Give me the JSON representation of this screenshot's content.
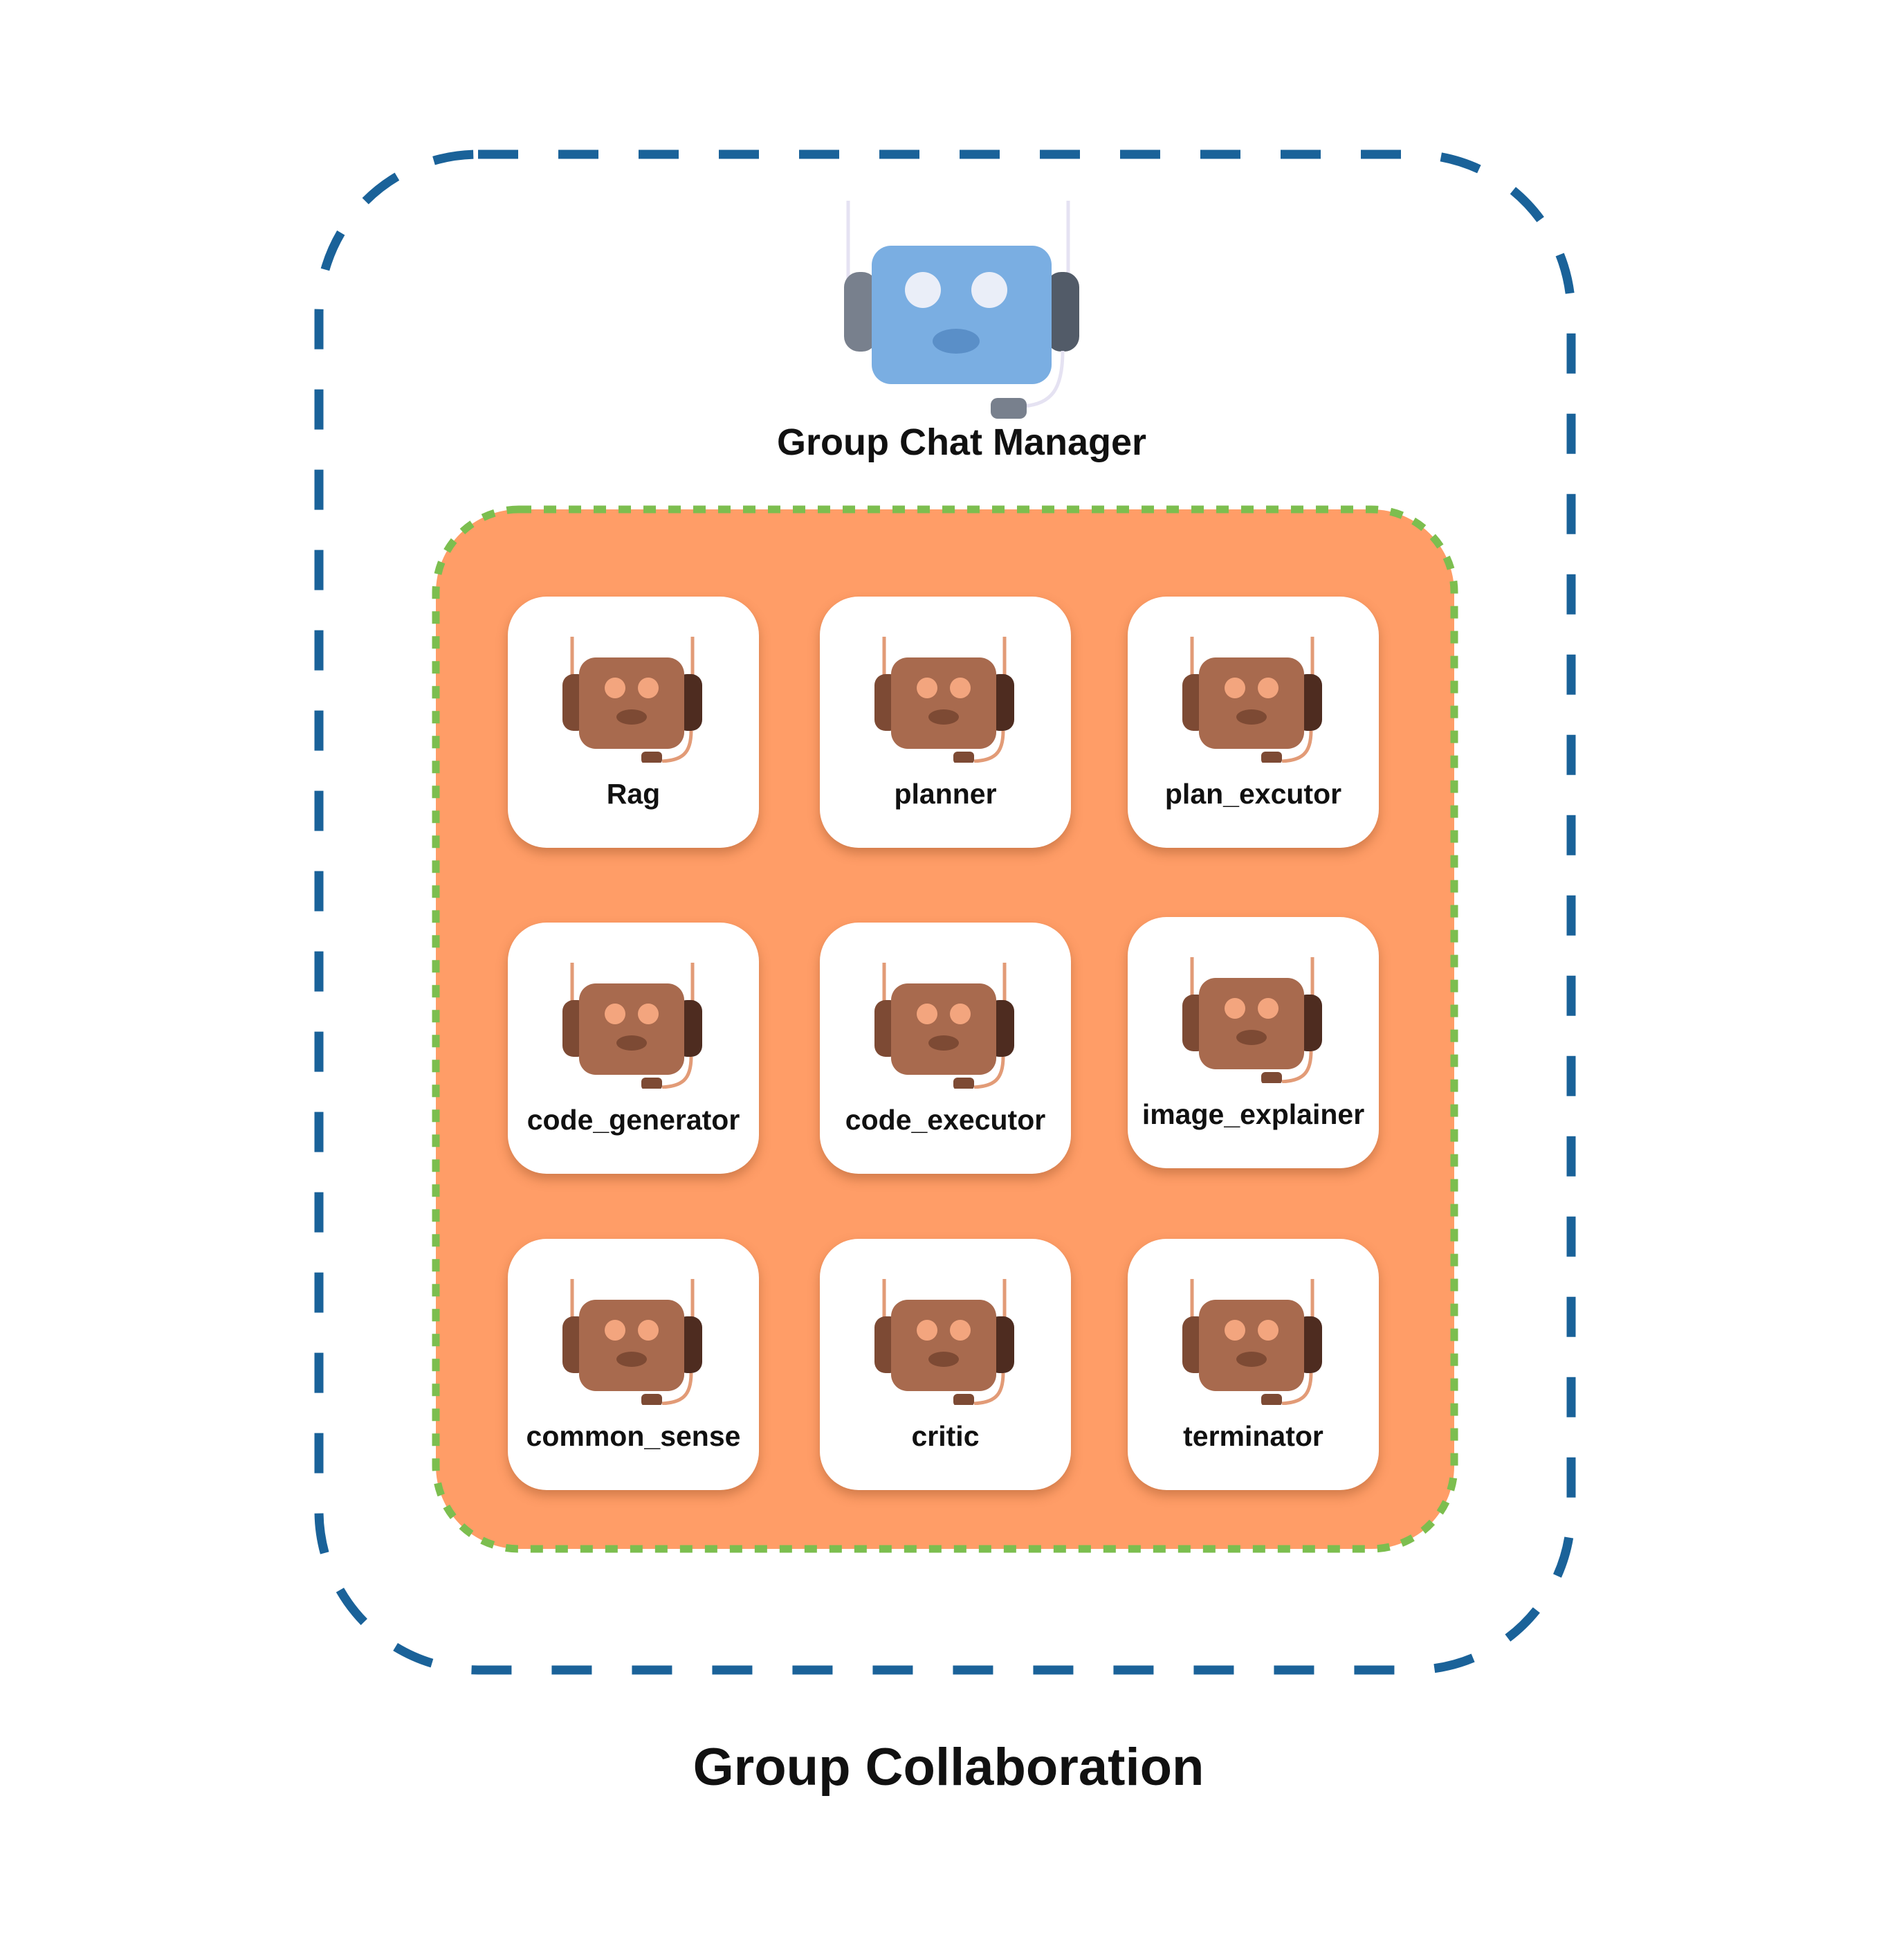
{
  "title": "Group Collaboration",
  "manager": {
    "label": "Group Chat Manager",
    "icon": "headset-robot-icon"
  },
  "colors": {
    "outer_border": "#1a6299",
    "inner_fill": "#ff9d67",
    "inner_border": "#7cbe4f",
    "manager_robot": "#7aaee2",
    "agent_robot": "#a86a4e"
  },
  "agents": [
    {
      "label": "Rag",
      "icon": "headset-robot-icon"
    },
    {
      "label": "planner",
      "icon": "headset-robot-icon"
    },
    {
      "label": "plan_excutor",
      "icon": "headset-robot-icon"
    },
    {
      "label": "code_generator",
      "icon": "headset-robot-icon"
    },
    {
      "label": "code_executor",
      "icon": "headset-robot-icon"
    },
    {
      "label": "image_explainer",
      "icon": "headset-robot-icon"
    },
    {
      "label": "common_sense",
      "icon": "headset-robot-icon"
    },
    {
      "label": "critic",
      "icon": "headset-robot-icon"
    },
    {
      "label": "terminator",
      "icon": "headset-robot-icon"
    }
  ]
}
